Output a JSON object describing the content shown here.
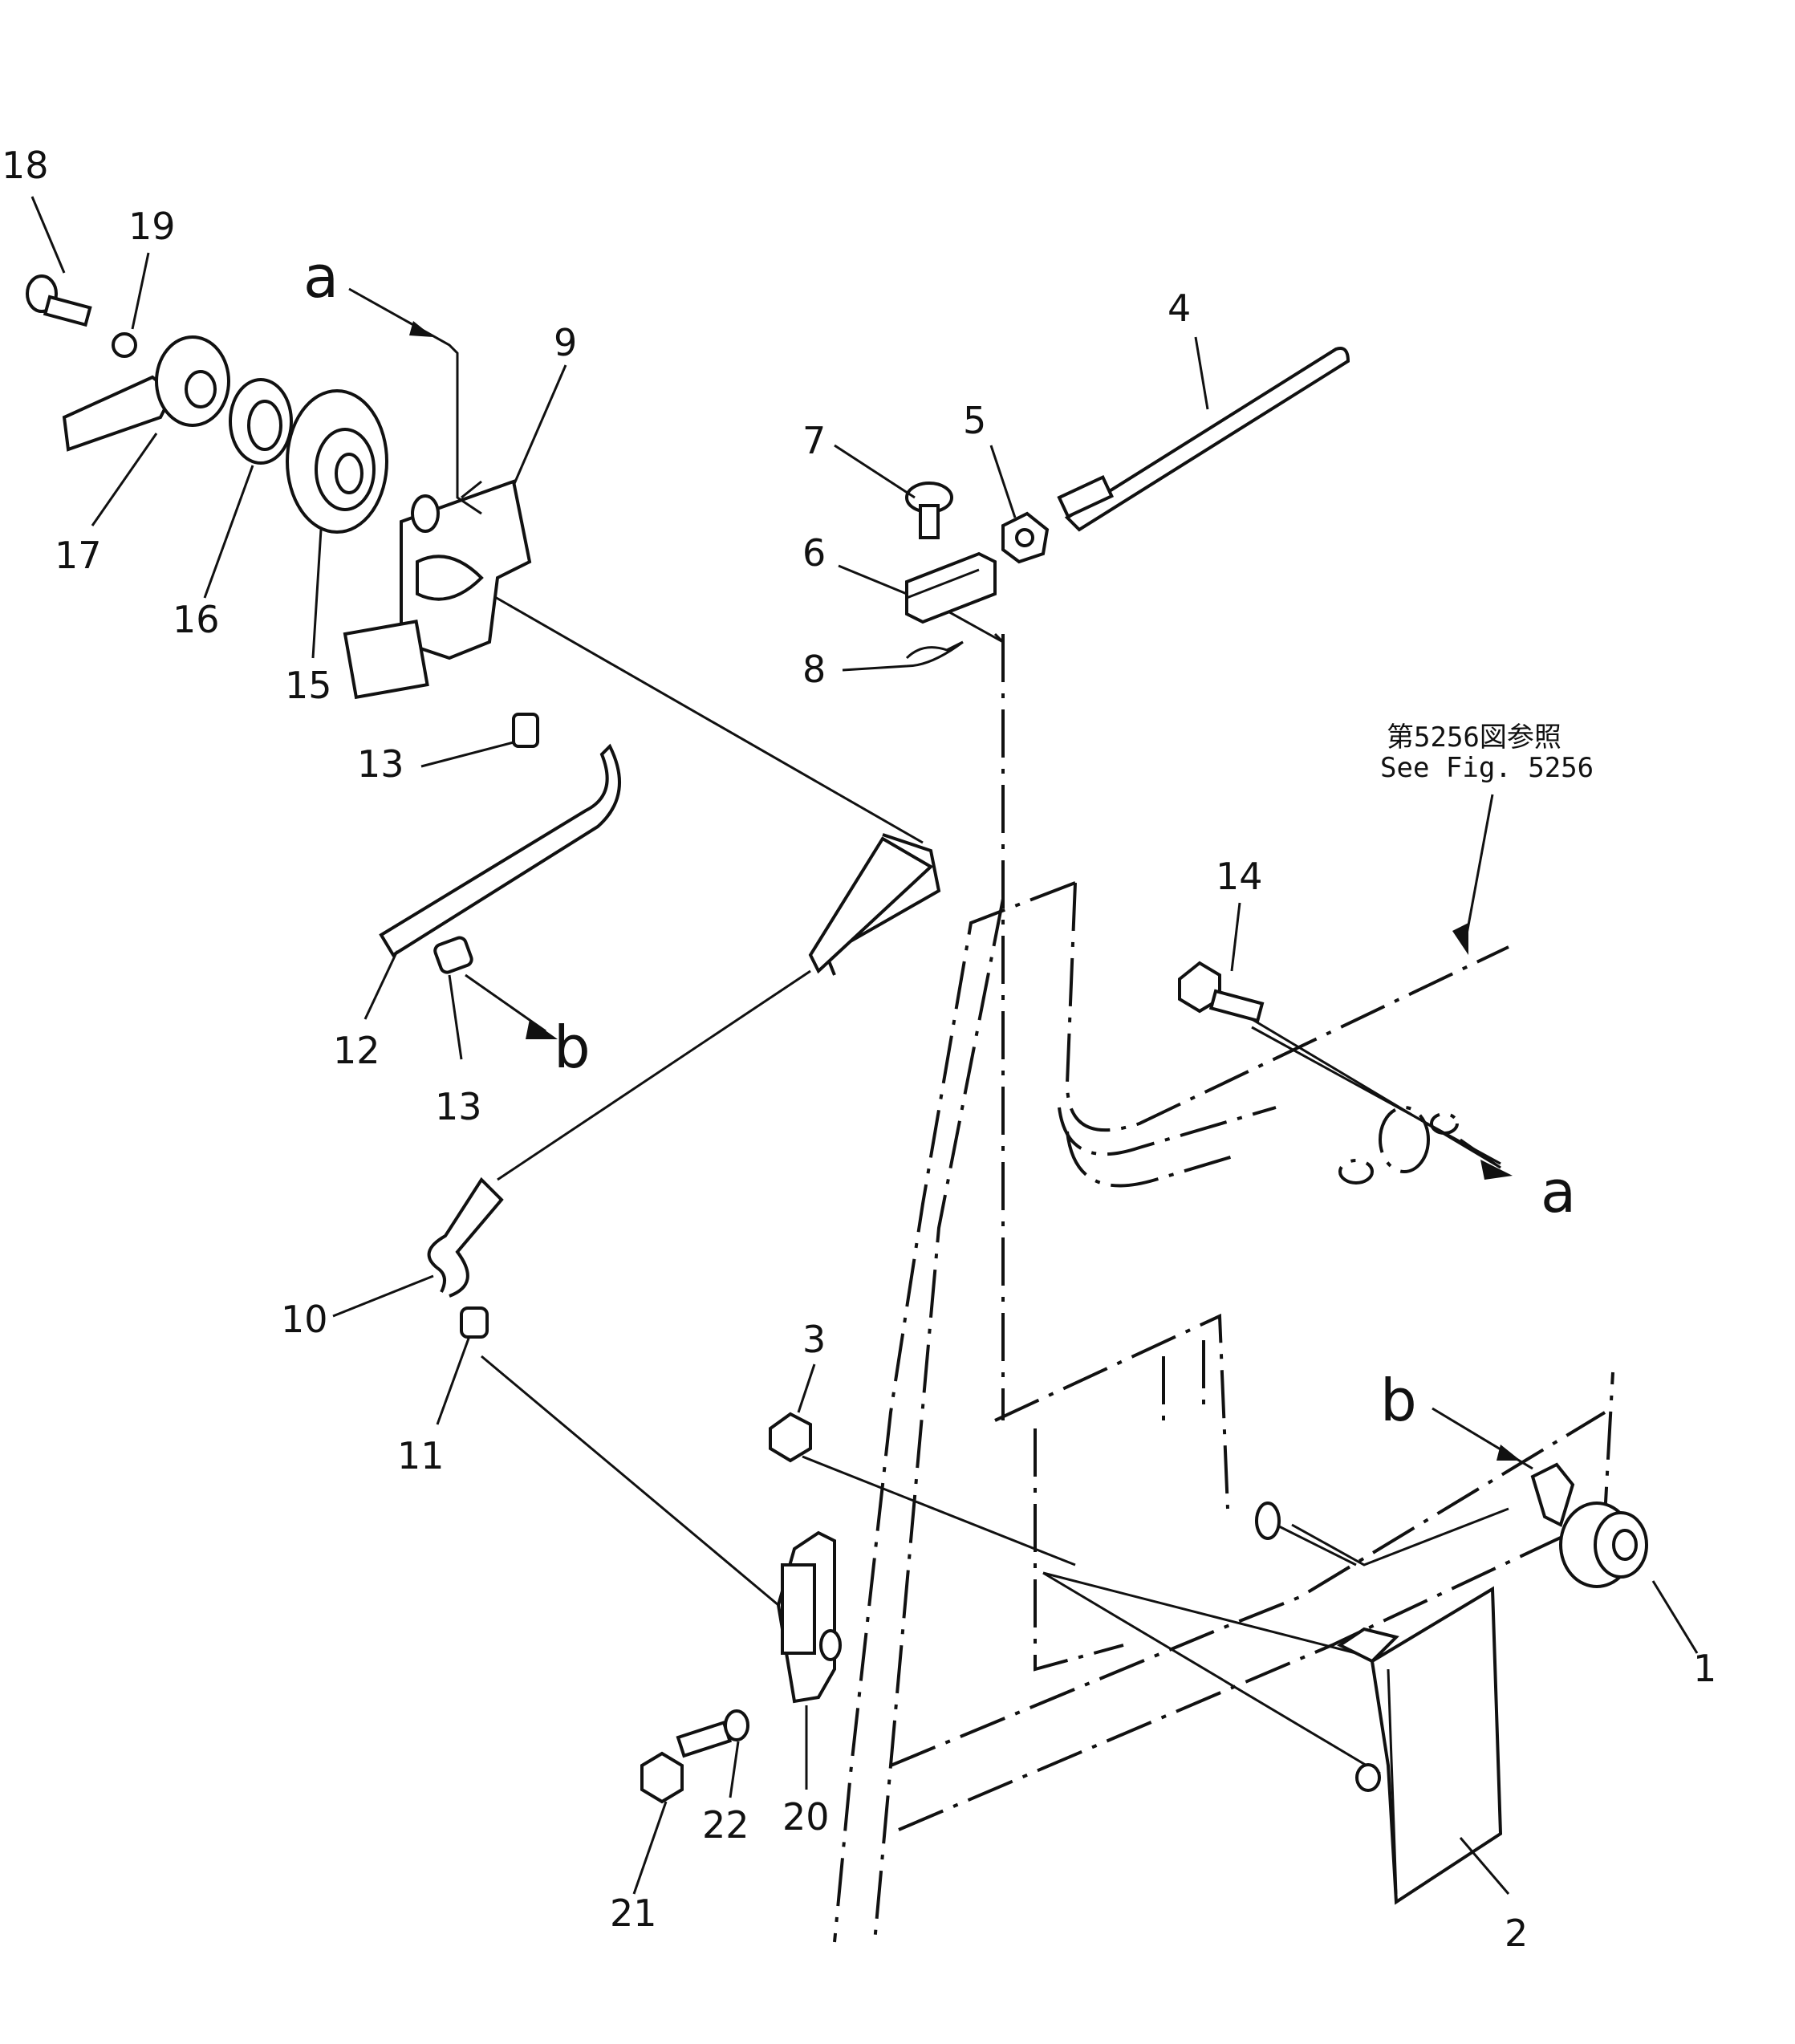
{
  "callouts": [
    {
      "id": "c1",
      "text": "1"
    },
    {
      "id": "c2",
      "text": "2"
    },
    {
      "id": "c3",
      "text": "3"
    },
    {
      "id": "c4",
      "text": "4"
    },
    {
      "id": "c5",
      "text": "5"
    },
    {
      "id": "c6",
      "text": "6"
    },
    {
      "id": "c7",
      "text": "7"
    },
    {
      "id": "c8",
      "text": "8"
    },
    {
      "id": "c9",
      "text": "9"
    },
    {
      "id": "c10",
      "text": "10"
    },
    {
      "id": "c11",
      "text": "11"
    },
    {
      "id": "c12",
      "text": "12"
    },
    {
      "id": "c13a",
      "text": "13"
    },
    {
      "id": "c13b",
      "text": "13"
    },
    {
      "id": "c14",
      "text": "14"
    },
    {
      "id": "c15",
      "text": "15"
    },
    {
      "id": "c16",
      "text": "16"
    },
    {
      "id": "c17",
      "text": "17"
    },
    {
      "id": "c18",
      "text": "18"
    },
    {
      "id": "c19",
      "text": "19"
    },
    {
      "id": "c20",
      "text": "20"
    },
    {
      "id": "c21",
      "text": "21"
    },
    {
      "id": "c22",
      "text": "22"
    }
  ],
  "ref_letters": {
    "a_top": "a",
    "a_right": "a",
    "b_left": "b",
    "b_right": "b"
  },
  "reference_note": {
    "jp": "第5256図参照",
    "en": "See Fig. 5256"
  }
}
